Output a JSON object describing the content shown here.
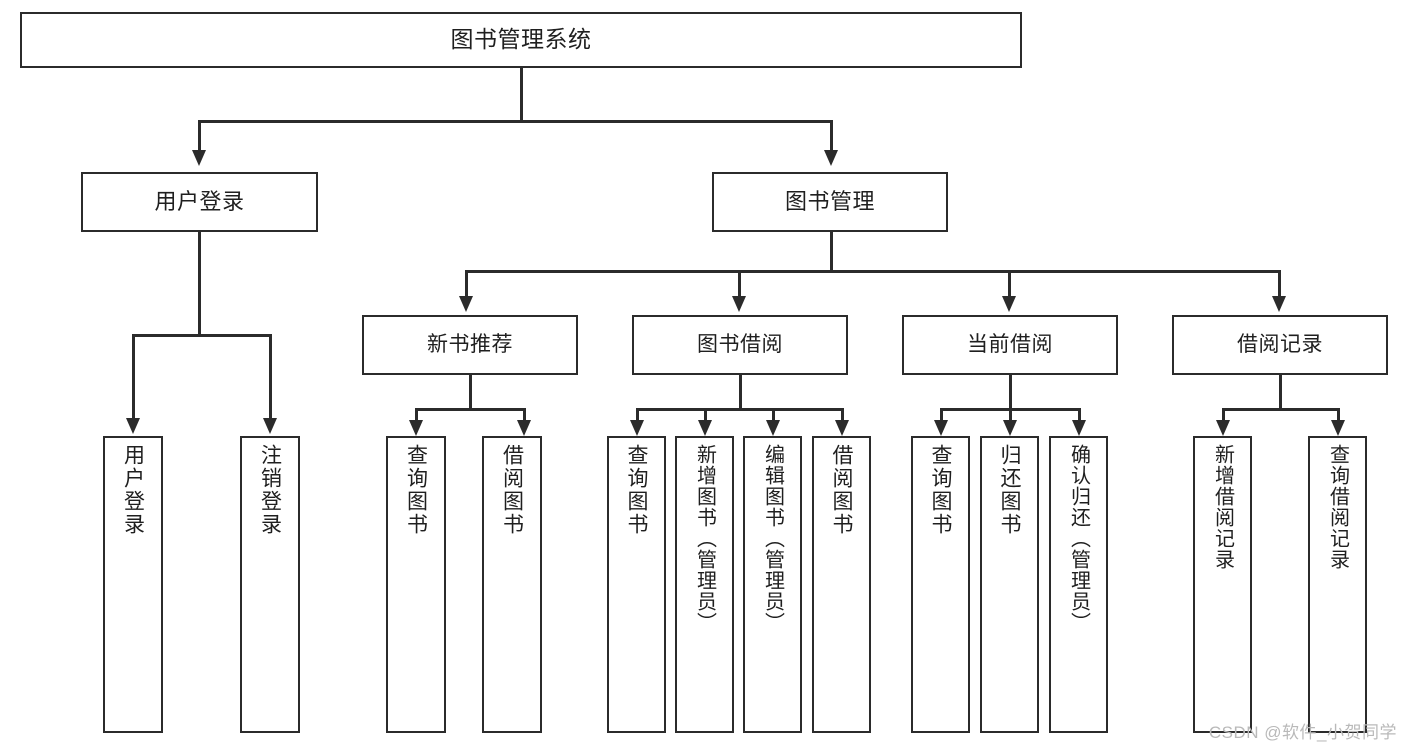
{
  "diagram": {
    "title": "图书管理系统",
    "type": "hierarchy-tree",
    "background_color": "#ffffff",
    "line_color": "#2b2b2b",
    "text_color": "#1f1f1f"
  },
  "nodes": {
    "root": {
      "label": "图书管理系统"
    },
    "level1": [
      {
        "label": "用户登录"
      },
      {
        "label": "图书管理"
      }
    ],
    "level2": [
      {
        "label": "新书推荐"
      },
      {
        "label": "图书借阅"
      },
      {
        "label": "当前借阅"
      },
      {
        "label": "借阅记录"
      }
    ],
    "leaves": {
      "user_login": [
        {
          "label": "用户登录"
        },
        {
          "label": "注销登录"
        }
      ],
      "new_book": [
        {
          "label": "查询图书"
        },
        {
          "label": "借阅图书"
        }
      ],
      "book_borrow": [
        {
          "label": "查询图书"
        },
        {
          "label": "新增图书（管理员）"
        },
        {
          "label": "编辑图书（管理员）"
        },
        {
          "label": "借阅图书"
        }
      ],
      "current_borrow": [
        {
          "label": "查询图书"
        },
        {
          "label": "归还图书"
        },
        {
          "label": "确认归还（管理员）"
        }
      ],
      "borrow_record": [
        {
          "label": "新增借阅记录"
        },
        {
          "label": "查询借阅记录"
        }
      ]
    }
  },
  "watermark": {
    "text": "CSDN @软件_小贺同学"
  }
}
